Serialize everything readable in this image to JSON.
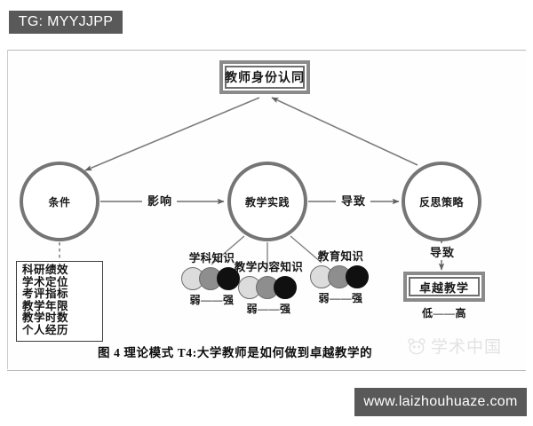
{
  "watermarks": {
    "top_tag": "TG: MYYJJPP",
    "bottom_url": "www.laizhouhuaze.com",
    "site_name": "学术中国",
    "site_logo_icon": "panda-face-icon"
  },
  "diagram": {
    "nodes": {
      "identity": "教师身份认同",
      "conditions": "条件",
      "practice": "教学实践",
      "reflection": "反思策略",
      "excellence": "卓越教学"
    },
    "edge_labels": {
      "conditions_to_practice": "影响",
      "practice_to_reflection": "导致",
      "reflection_to_excellence": "导致"
    },
    "conditions_items": [
      "科研绩效",
      "学术定位",
      "考评指标",
      "教学年限",
      "教学时数",
      "个人经历"
    ],
    "knowledge_groups": [
      {
        "title": "学科知识",
        "scale": "弱——强"
      },
      {
        "title": "教学内容知识",
        "scale": "弱——强"
      },
      {
        "title": "教育知识",
        "scale": "弱——强"
      }
    ],
    "excellence_scale": "低——高",
    "caption": "图 4   理论模式 T4:大学教师是如何做到卓越教学的"
  },
  "colors": {
    "chip_background": "#595959",
    "chip_text": "#ffffff",
    "node_stroke": "#757575",
    "box_stroke": "#6e6e6e",
    "dot_weak": "#dcdcdc",
    "dot_mid": "#8e8e8e",
    "dot_strong": "#101010"
  }
}
